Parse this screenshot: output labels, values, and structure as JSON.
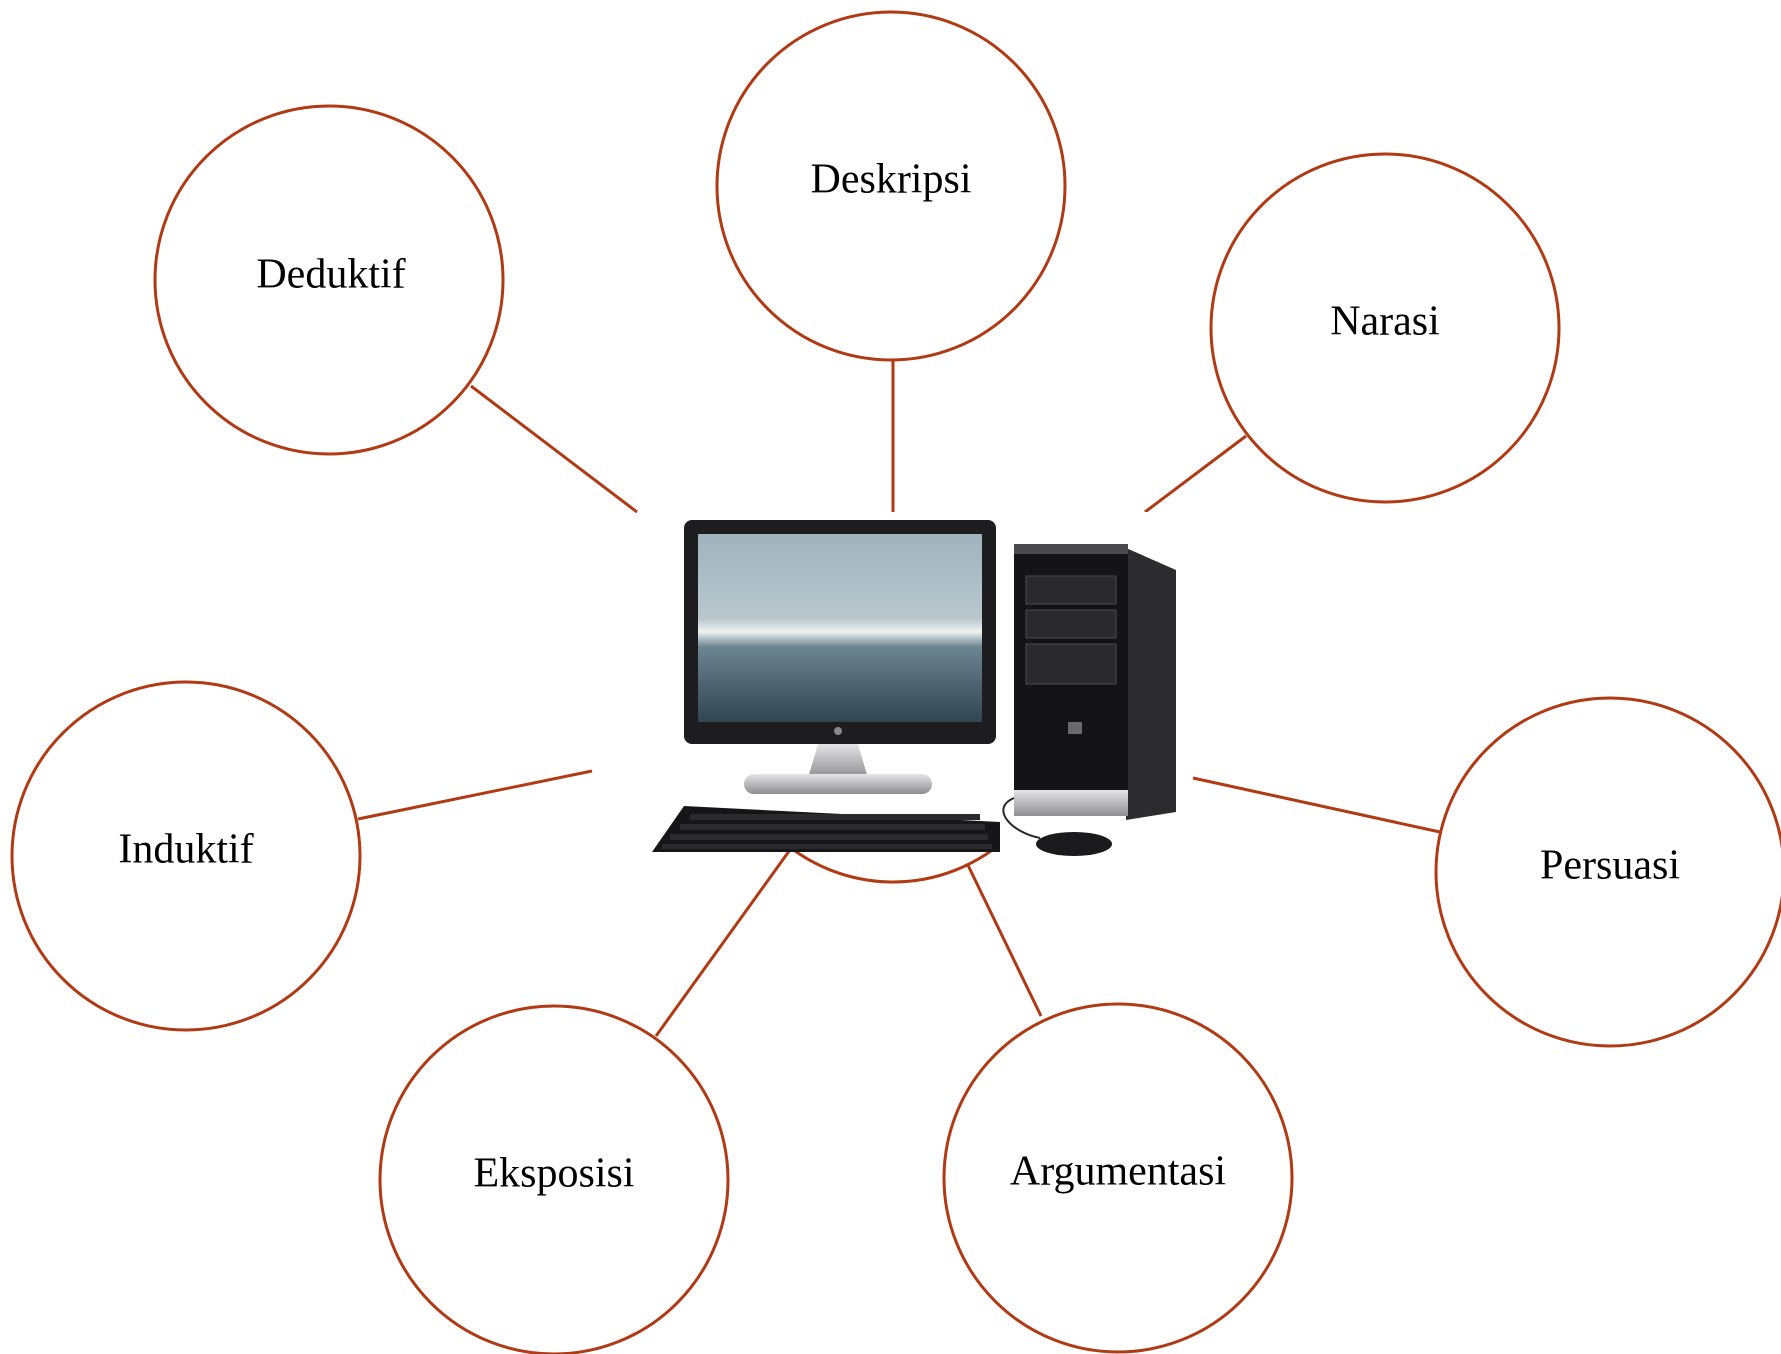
{
  "diagram": {
    "center_image": "desktop-computer",
    "colors": {
      "outline": "#b03a14",
      "text": "#000000",
      "background": "#ffffff"
    },
    "nodes": [
      {
        "id": "deduktif",
        "label": "Deduktif"
      },
      {
        "id": "deskripsi",
        "label": "Deskripsi"
      },
      {
        "id": "narasi",
        "label": "Narasi"
      },
      {
        "id": "induktif",
        "label": "Induktif"
      },
      {
        "id": "persuasi",
        "label": "Persuasi"
      },
      {
        "id": "eksposisi",
        "label": "Eksposisi"
      },
      {
        "id": "argumentasi",
        "label": "Argumentasi"
      }
    ]
  }
}
